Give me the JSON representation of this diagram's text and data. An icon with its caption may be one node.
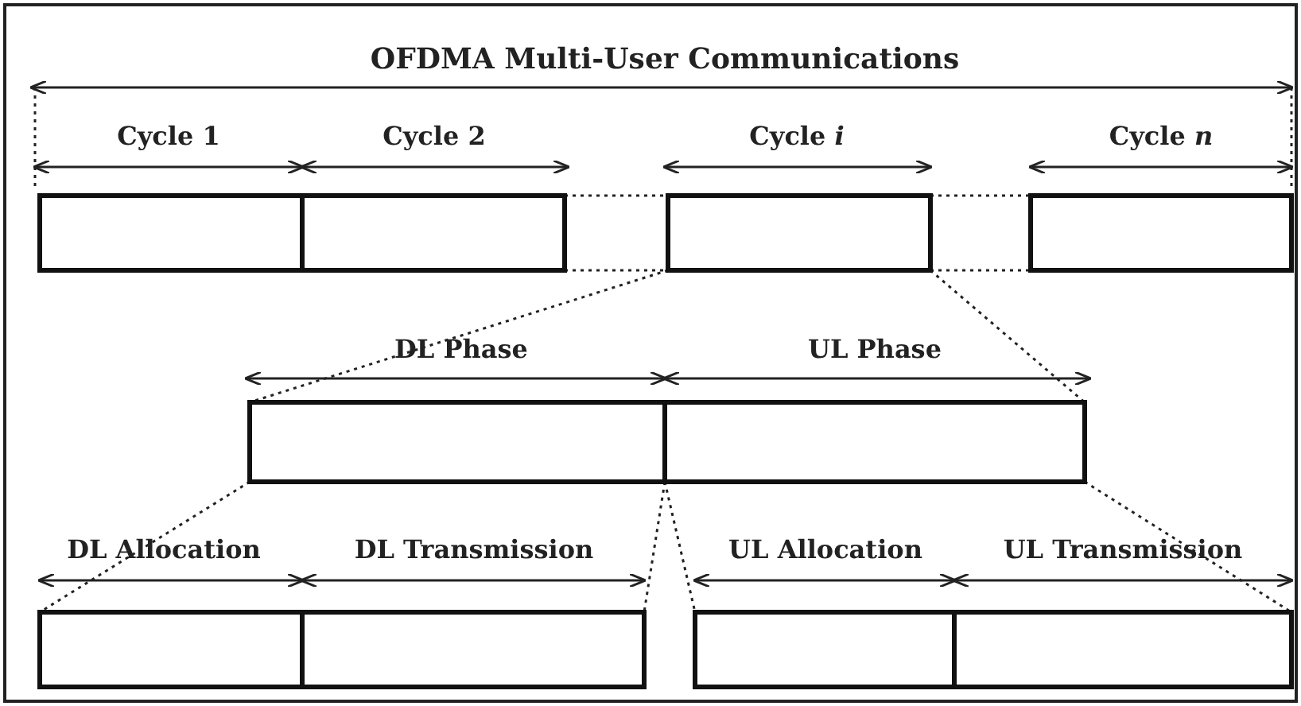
{
  "diagram": {
    "labels": [
      "OFDMA Multi-User Communications",
      "Cycle 1",
      "Cycle 2",
      "Cycle *i*",
      "Cycle *n*",
      "DL Phase",
      "UL Phase",
      "DL Allocation",
      "DL Transmission",
      "UL Allocation",
      "UL Transmission"
    ]
  }
}
